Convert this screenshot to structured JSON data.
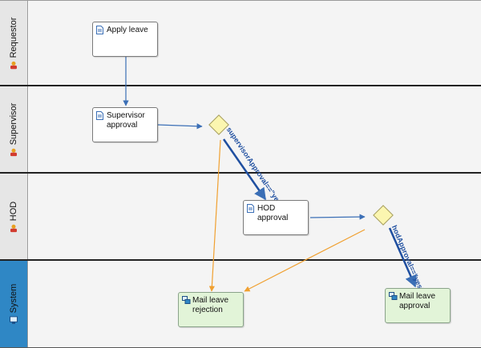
{
  "lanes": [
    {
      "name": "Requestor"
    },
    {
      "name": "Supervisor"
    },
    {
      "name": "HOD"
    },
    {
      "name": "System"
    }
  ],
  "tasks": {
    "apply_leave": "Apply leave",
    "supervisor_approval": "Supervisor\napproval",
    "hod_approval": "HOD approval",
    "mail_leave_rejection": "Mail leave\nrejection",
    "mail_leave_approval": "Mail leave\napproval"
  },
  "conditions": {
    "supervisor": "supervisorApproval==\"yes\"",
    "hod": "hodApproval==\"yes\""
  },
  "colors": {
    "flow": "#3b6fb6",
    "reject_flow": "#f0a030",
    "gateway_fill": "#fbf6b0",
    "gateway_stroke": "#a8a060",
    "system_lane": "#2f87c5"
  }
}
